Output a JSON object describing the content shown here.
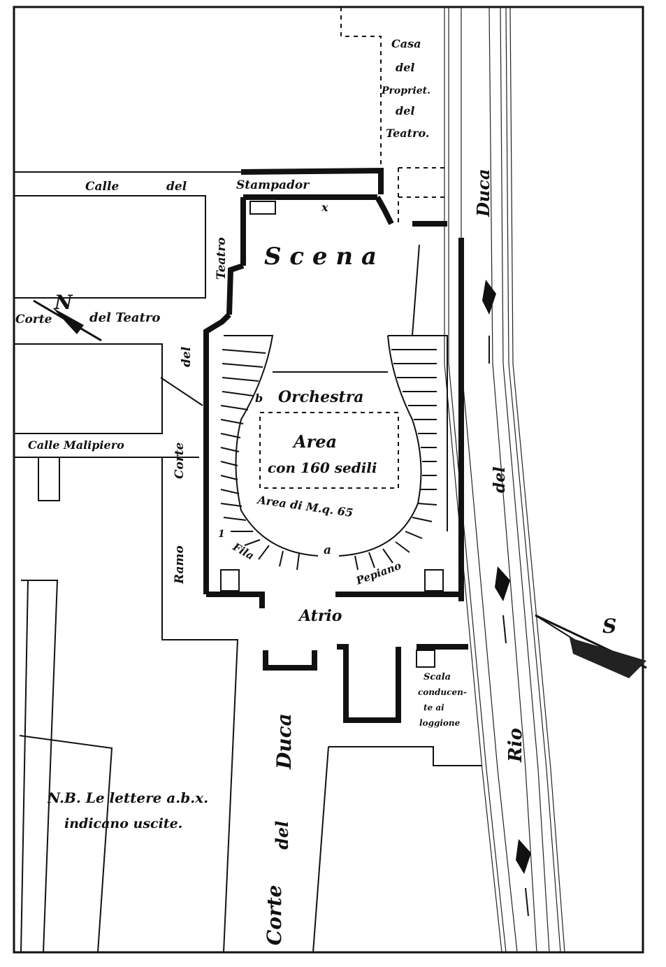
{
  "labels": {
    "casa_1": "Casa",
    "casa_2": "del",
    "casa_3": "Propriet.",
    "casa_4": "del",
    "casa_5": "Teatro.",
    "calle_stampador_1": "Calle",
    "calle_stampador_2": "del",
    "calle_stampador_3": "Stampador",
    "exit_x": "x",
    "scena": "S c e n a",
    "teatro_vertical": "Teatro",
    "del_vertical": "del",
    "corte_teatro_1": "Corte",
    "corte_teatro_2": "del Teatro",
    "orchestra_b": "b",
    "orchestra": "Orchestra",
    "area_title": "Area",
    "area_seats": "con 160 sedili",
    "area_measure": "Area di M.q. 65",
    "calle_malipiero": "Calle Malipiero",
    "corte_vertical": "Corte",
    "ramo_vertical": "Ramo",
    "fila_1": "1",
    "fila_label": "Fila",
    "exit_a": "a",
    "pepiano": "Pepiano",
    "atrio": "Atrio",
    "scala_1": "Scala",
    "scala_2": "conducen-",
    "scala_3": "te ai",
    "scala_4": "loggione",
    "rio_duca": "Duca",
    "rio_del": "del",
    "rio_rio": "Rio",
    "corte_duca_1": "Corte",
    "corte_duca_2": "del",
    "corte_duca_3": "Duca",
    "nb_line1": "N.B. Le lettere a.b.x.",
    "nb_line2": "indicano uscite."
  },
  "compass": {
    "north_letter": "N",
    "south_letter": "S"
  },
  "colors": {
    "ink": "#111111",
    "paper": "#ffffff"
  }
}
